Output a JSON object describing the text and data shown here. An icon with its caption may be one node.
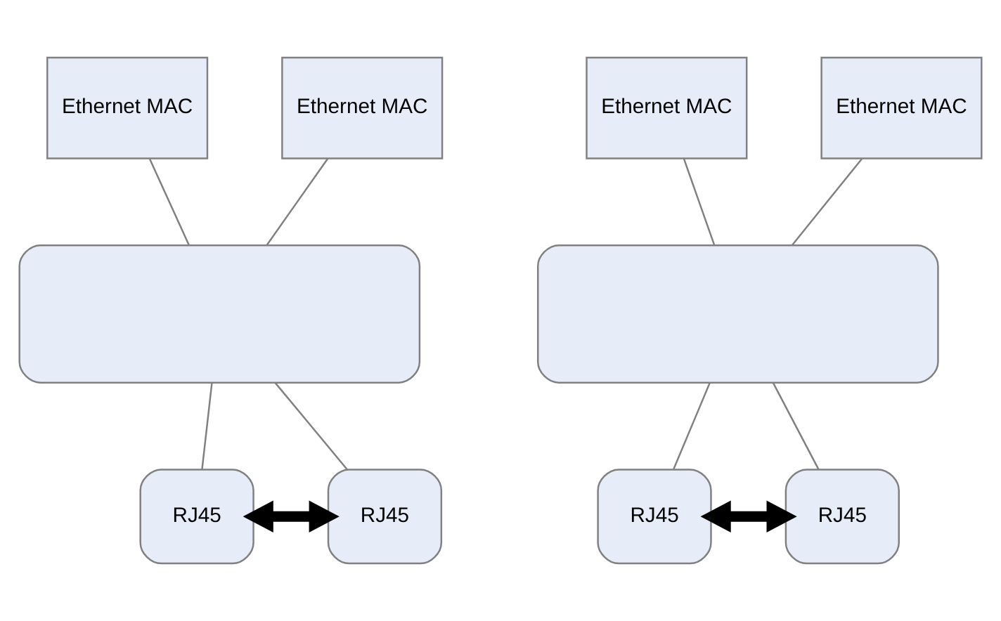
{
  "diagram": {
    "nodes": [
      {
        "text": [
          "Ethernet MAC"
        ]
      },
      {
        "text": [
          "Ethernet MAC"
        ]
      },
      {
        "text": [],
        "shape": "box"
      },
      {
        "text": [
          "RJ45"
        ]
      },
      {
        "text": [
          "RJ45"
        ]
      },
      {
        "text": [
          "Ethernet MAC"
        ]
      },
      {
        "text": [
          "Ethernet MAC"
        ]
      },
      {
        "text": [],
        "shape": "box"
      },
      {
        "text": [
          "RJ45"
        ]
      },
      {
        "text": [
          "RJ45"
        ]
      }
    ],
    "edges": [
      {
        "from": 0,
        "to": 2,
        "arrow": "none"
      },
      {
        "from": 1,
        "to": 2,
        "arrow": "none"
      },
      {
        "from": 2,
        "to": 3,
        "arrow": "none"
      },
      {
        "from": 2,
        "to": 4,
        "arrow": "none"
      },
      {
        "from": 3,
        "to": 4,
        "arrow": "both",
        "style": "thick",
        "color": "#000000"
      },
      {
        "from": 5,
        "to": 7,
        "arrow": "none"
      },
      {
        "from": 6,
        "to": 7,
        "arrow": "none"
      },
      {
        "from": 7,
        "to": 8,
        "arrow": "none"
      },
      {
        "from": 7,
        "to": 9,
        "arrow": "none"
      },
      {
        "from": 8,
        "to": 9,
        "arrow": "both",
        "style": "thick",
        "color": "#000000"
      }
    ]
  }
}
